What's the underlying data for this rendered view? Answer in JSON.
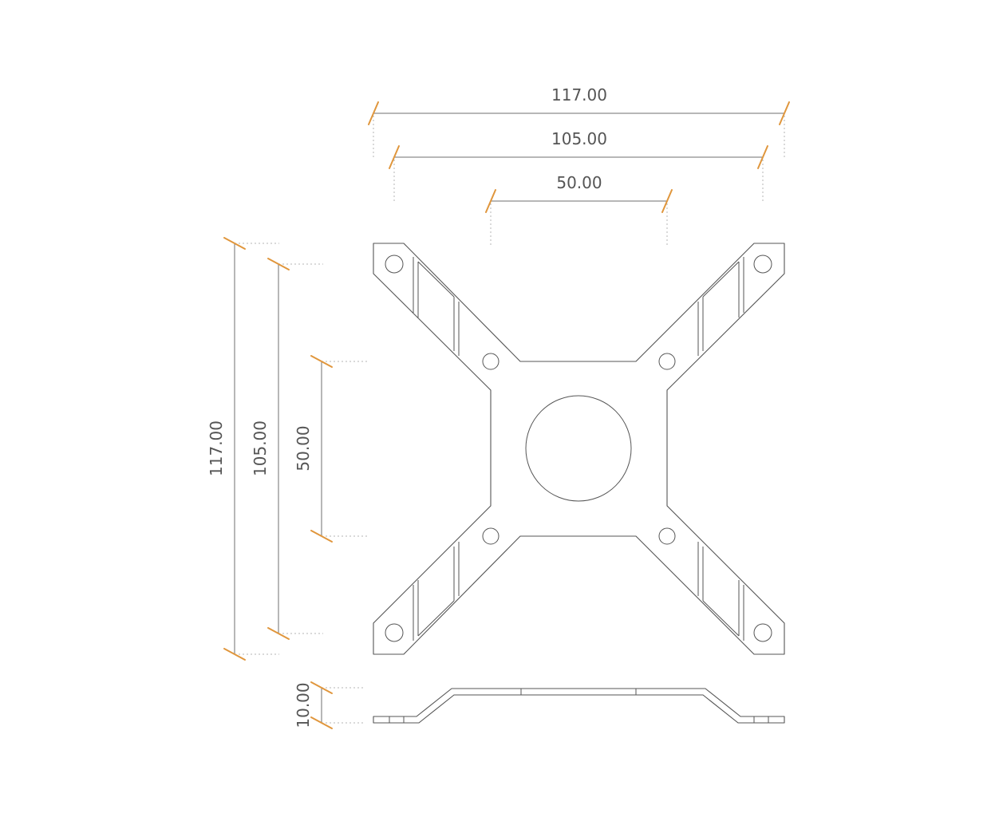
{
  "colors": {
    "outline": "#555555",
    "dimension_line": "#6f6f6f",
    "extension_line": "#b5b5b5",
    "dimension_tick": "#e0963c"
  },
  "dimensions": {
    "top_outer": "117.00",
    "top_middle": "105.00",
    "top_inner": "50.00",
    "left_outer": "117.00",
    "left_middle": "105.00",
    "left_inner": "50.00",
    "side_height": "10.00"
  }
}
